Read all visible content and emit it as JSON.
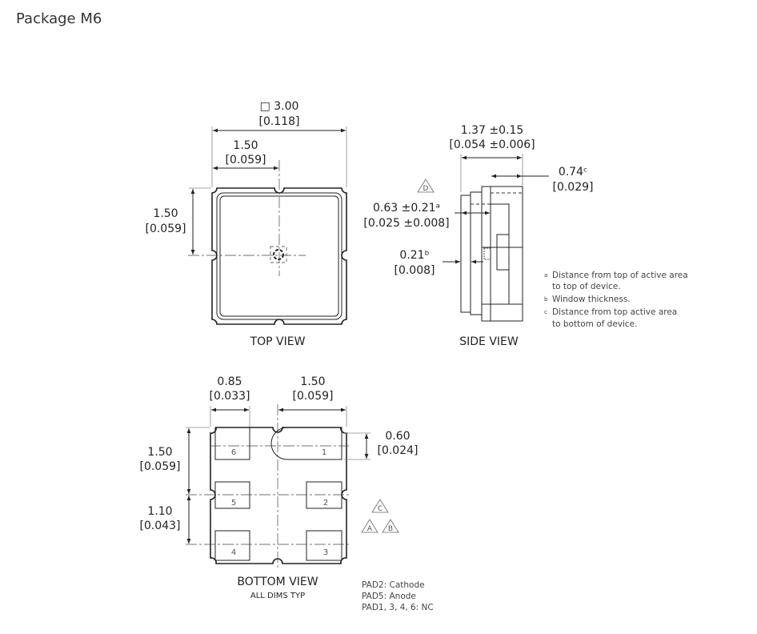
{
  "title": "Package M6",
  "top_view": {
    "label": "TOP VIEW",
    "overall_dim": "□ 3.00",
    "overall_dim_in": "[0.118]",
    "half_width": "1.50",
    "half_width_in": "[0.059]",
    "half_height": "1.50",
    "half_height_in": "[0.059]"
  },
  "side_view": {
    "label": "SIDE VIEW",
    "thickness": "1.37 ±0.15",
    "thickness_in": "[0.054 ±0.006]",
    "active_bottom": "0.74ᶜ",
    "active_bottom_in": "[0.029]",
    "active_top": "0.63 ±0.21ᵃ",
    "active_top_in": "[0.025 ±0.008]",
    "window": "0.21ᵇ",
    "window_in": "[0.008]",
    "datum": "D",
    "notes": [
      {
        "mark": "a",
        "lines": [
          "Distance from top of active area",
          "to top of device."
        ]
      },
      {
        "mark": "b",
        "lines": [
          "Window thickness."
        ]
      },
      {
        "mark": "c",
        "lines": [
          "Distance from top active area",
          "to bottom of device."
        ]
      }
    ]
  },
  "bottom_view": {
    "label": "BOTTOM VIEW",
    "sublabel": "ALL DIMS TYP",
    "pad_width": "0.85",
    "pad_width_in": "[0.033]",
    "half_width": "1.50",
    "half_width_in": "[0.059]",
    "pad_pitch_top": "1.50",
    "pad_pitch_top_in": "[0.059]",
    "pad_pitch": "1.10",
    "pad_pitch_in": "[0.043]",
    "pad_height": "0.60",
    "pad_height_in": "[0.024]",
    "pads": [
      "1",
      "2",
      "3",
      "4",
      "5",
      "6"
    ],
    "datums": [
      "C",
      "A",
      "B"
    ],
    "pad_notes": [
      "PAD2: Cathode",
      "PAD5: Anode",
      "PAD1, 3, 4, 6: NC"
    ]
  }
}
